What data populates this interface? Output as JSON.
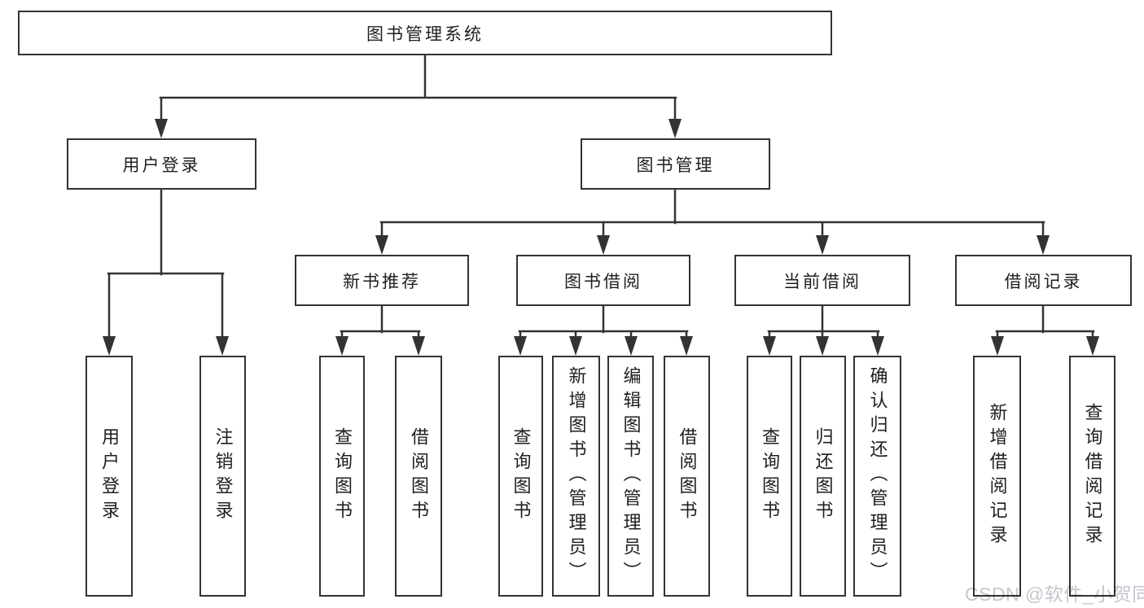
{
  "tree": {
    "root": "图书管理系统",
    "level2": [
      "用户登录",
      "图书管理"
    ],
    "level3": [
      "新书推荐",
      "图书借阅",
      "当前借阅",
      "借阅记录"
    ],
    "leaves_user_login": [
      "用户登录",
      "注销登录"
    ],
    "leaves_new_book": [
      "查询图书",
      "借阅图书"
    ],
    "leaves_book_borrow": [
      "查询图书",
      "新增图书（管理员）",
      "编辑图书（管理员）",
      "借阅图书"
    ],
    "leaves_current_borrow": [
      "查询图书",
      "归还图书",
      "确认归还（管理员）"
    ],
    "leaves_borrow_record": [
      "新增借阅记录",
      "查询借阅记录"
    ]
  },
  "watermark": "CSDN @软件_小贺同学",
  "colors": {
    "line": "#333333",
    "text": "#1f1f1f",
    "watermark": "#c3c7cd",
    "background": "#ffffff"
  }
}
